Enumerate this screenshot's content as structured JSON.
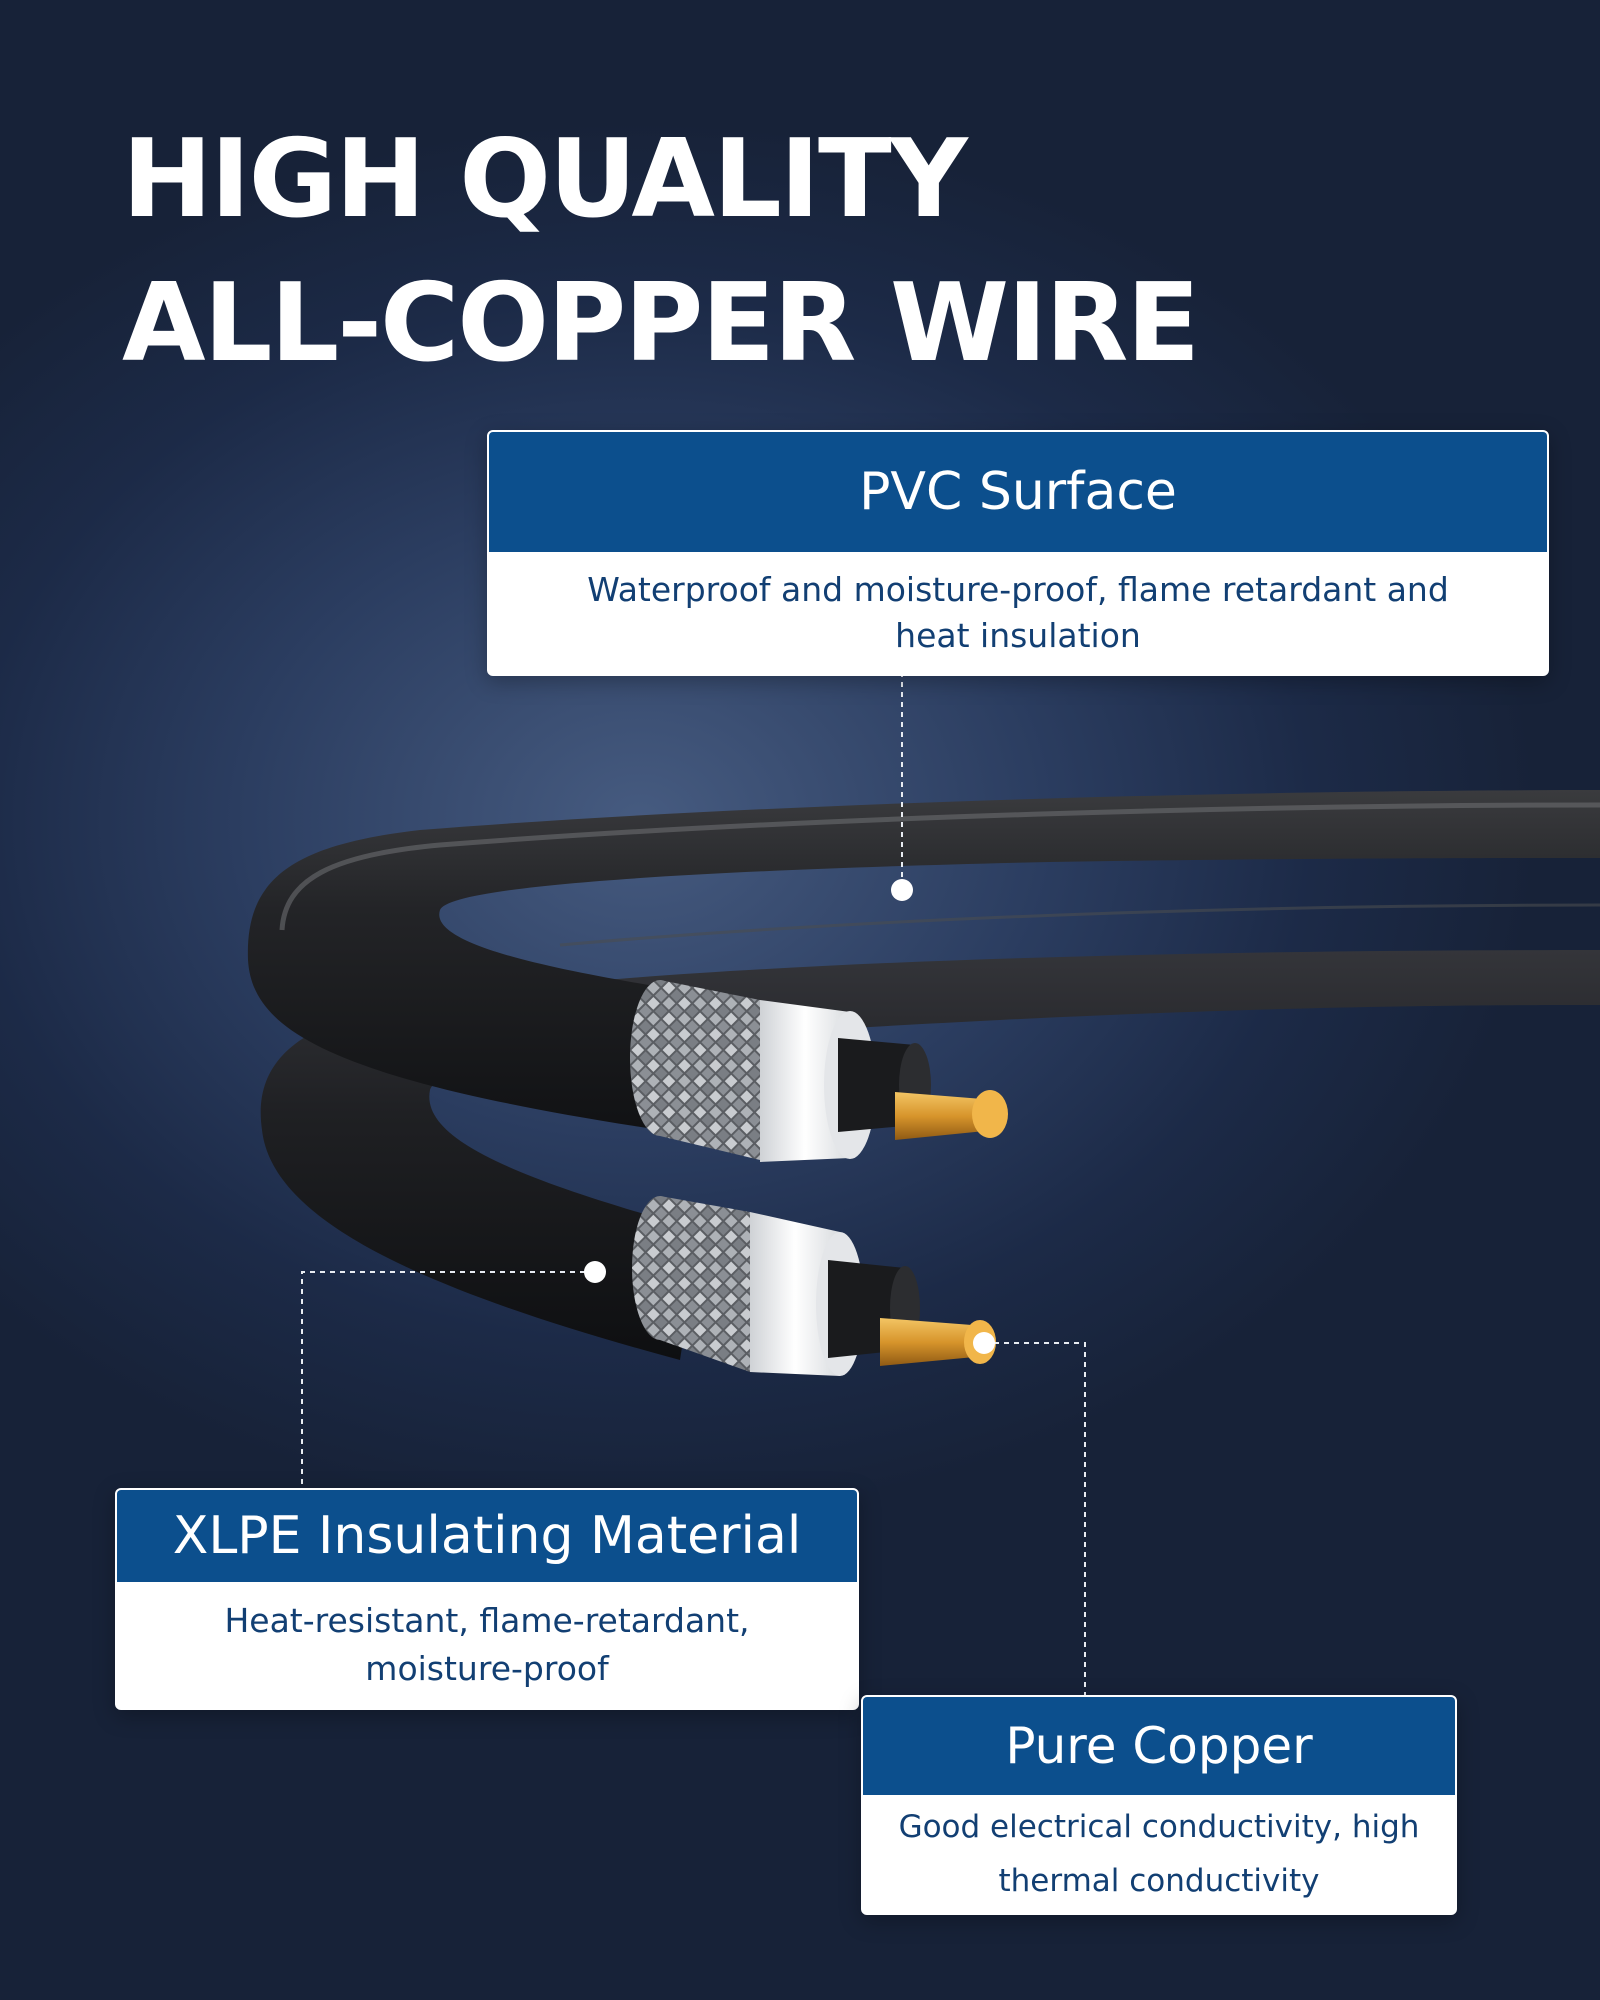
{
  "headline": {
    "line1": "HIGH QUALITY",
    "line2": "ALL-COPPER WIRE"
  },
  "cards": {
    "pvc": {
      "title": "PVC Surface",
      "description": "Waterproof and moisture-proof, flame retardant and heat insulation"
    },
    "xlpe": {
      "title": "XLPE Insulating Material",
      "description": "Heat-resistant, flame-retardant, moisture-proof"
    },
    "copper": {
      "title": "Pure Copper",
      "description": "Good electrical conductivity, high thermal conductivity"
    }
  },
  "colors": {
    "card_header": "#0c4f8d",
    "card_text": "#123f73",
    "cable_jacket": "#1f2022",
    "copper_core": "#e0a33a"
  }
}
